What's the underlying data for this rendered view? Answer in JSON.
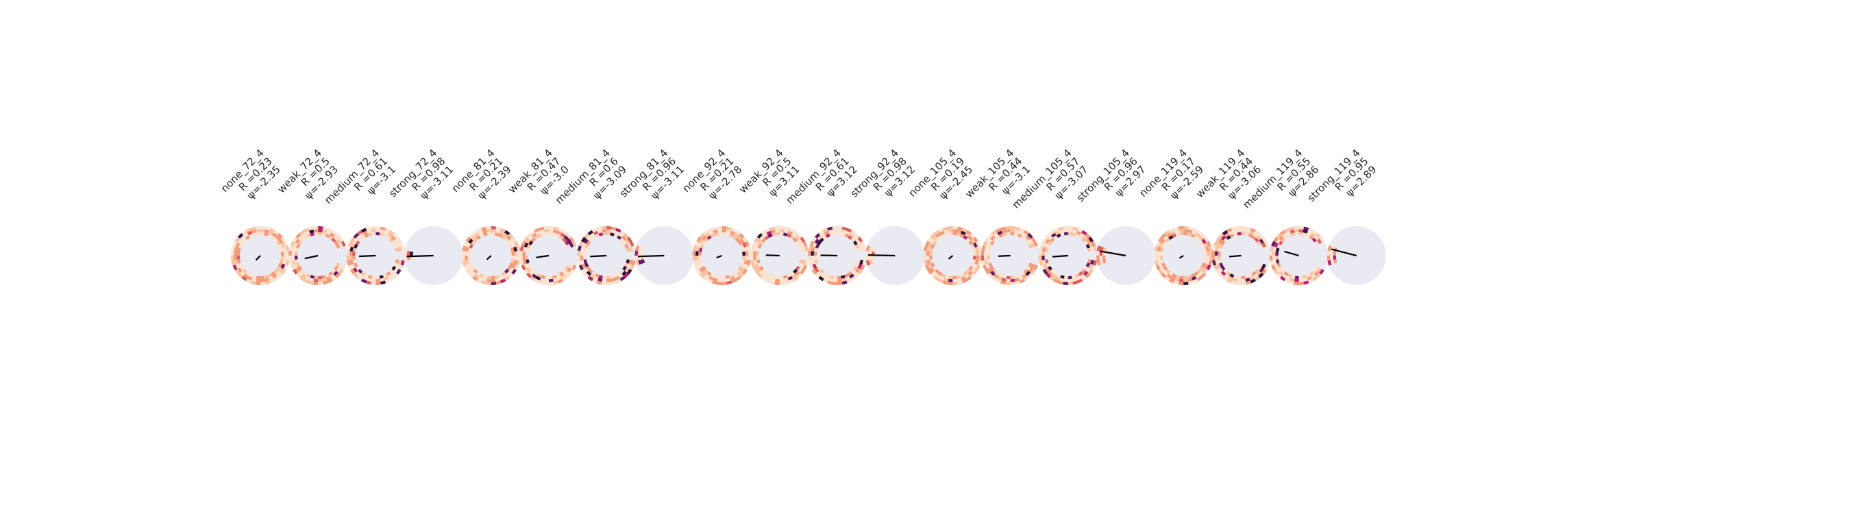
{
  "chart_data": {
    "type": "polar-panels",
    "description_source": "grid of polar plots, each with a radial heat ring and a mean-vector arrow",
    "colors": {
      "background": "#ffffff",
      "disk": "#eaeaf2",
      "arrow": "#000000",
      "ring_palette": [
        "#fbe3d2",
        "#f7c3a3",
        "#f29a7a",
        "#e05c5c",
        "#b3216c",
        "#5e1a64",
        "#2b1138"
      ]
    },
    "panels": [
      {
        "label": "none_72_4",
        "R_text": "R =0.23",
        "psi_text": "ψ=-2.35",
        "R": 0.23,
        "psi": -2.35,
        "coverage": 1.0,
        "intensity": 0.25,
        "seed": 11
      },
      {
        "label": "weak_72_4",
        "R_text": "R =0.5",
        "psi_text": "ψ=-2.93",
        "R": 0.5,
        "psi": -2.93,
        "coverage": 0.9,
        "intensity": 0.45,
        "seed": 12
      },
      {
        "label": "medium_72_4",
        "R_text": "R =0.61",
        "psi_text": "ψ=-3.1",
        "R": 0.61,
        "psi": -3.1,
        "coverage": 0.95,
        "intensity": 0.75,
        "seed": 13
      },
      {
        "label": "strong_72_4",
        "R_text": "R =0.98",
        "psi_text": "ψ=-3.11",
        "R": 0.98,
        "psi": -3.11,
        "coverage": 0.08,
        "intensity": 0.7,
        "seed": 14
      },
      {
        "label": "none_81_4",
        "R_text": "R =0.21",
        "psi_text": "ψ=-2.39",
        "R": 0.21,
        "psi": -2.39,
        "coverage": 1.0,
        "intensity": 0.25,
        "seed": 21
      },
      {
        "label": "weak_81_4",
        "R_text": "R =0.47",
        "psi_text": "ψ=-3.0",
        "R": 0.47,
        "psi": -3.0,
        "coverage": 0.9,
        "intensity": 0.5,
        "seed": 22
      },
      {
        "label": "medium_81_4",
        "R_text": "R =0.6",
        "psi_text": "ψ=-3.09",
        "R": 0.6,
        "psi": -3.09,
        "coverage": 0.95,
        "intensity": 0.7,
        "seed": 23
      },
      {
        "label": "strong_81_4",
        "R_text": "R =0.96",
        "psi_text": "ψ=-3.11",
        "R": 0.96,
        "psi": -3.11,
        "coverage": 0.1,
        "intensity": 0.75,
        "seed": 24
      },
      {
        "label": "none_92_4",
        "R_text": "R =0.21",
        "psi_text": "ψ=-2.78",
        "R": 0.21,
        "psi": -2.78,
        "coverage": 1.0,
        "intensity": 0.25,
        "seed": 31
      },
      {
        "label": "weak_92_4",
        "R_text": "R =0.5",
        "psi_text": "ψ=3.11",
        "R": 0.5,
        "psi": 3.11,
        "coverage": 0.95,
        "intensity": 0.45,
        "seed": 32
      },
      {
        "label": "medium_92_4",
        "R_text": "R =0.61",
        "psi_text": "ψ=3.12",
        "R": 0.61,
        "psi": 3.12,
        "coverage": 0.95,
        "intensity": 0.7,
        "seed": 33
      },
      {
        "label": "strong_92_4",
        "R_text": "R =0.98",
        "psi_text": "ψ=3.12",
        "R": 0.98,
        "psi": 3.12,
        "coverage": 0.1,
        "intensity": 0.5,
        "seed": 34
      },
      {
        "label": "none_105_4",
        "R_text": "R =0.19",
        "psi_text": "ψ=-2.45",
        "R": 0.19,
        "psi": -2.45,
        "coverage": 1.0,
        "intensity": 0.25,
        "seed": 41
      },
      {
        "label": "weak_105_4",
        "R_text": "R =0.44",
        "psi_text": "ψ=-3.1",
        "R": 0.44,
        "psi": -3.1,
        "coverage": 0.9,
        "intensity": 0.4,
        "seed": 42
      },
      {
        "label": "medium_105_4",
        "R_text": "R =0.57",
        "psi_text": "ψ=-3.07",
        "R": 0.57,
        "psi": -3.07,
        "coverage": 0.95,
        "intensity": 0.65,
        "seed": 43
      },
      {
        "label": "strong_105_4",
        "R_text": "R =0.96",
        "psi_text": "ψ=2.97",
        "R": 0.96,
        "psi": 2.97,
        "coverage": 0.12,
        "intensity": 0.7,
        "seed": 44
      },
      {
        "label": "none_119_4",
        "R_text": "R =0.17",
        "psi_text": "ψ=-2.59",
        "R": 0.17,
        "psi": -2.59,
        "coverage": 1.0,
        "intensity": 0.2,
        "seed": 51
      },
      {
        "label": "weak_119_4",
        "R_text": "R =0.44",
        "psi_text": "ψ=-3.06",
        "R": 0.44,
        "psi": -3.06,
        "coverage": 0.9,
        "intensity": 0.45,
        "seed": 52
      },
      {
        "label": "medium_119_4",
        "R_text": "R =0.55",
        "psi_text": "ψ=2.86",
        "R": 0.55,
        "psi": 2.86,
        "coverage": 0.85,
        "intensity": 0.45,
        "seed": 53
      },
      {
        "label": "strong_119_4",
        "R_text": "R =0.95",
        "psi_text": "ψ=2.89",
        "R": 0.95,
        "psi": 2.89,
        "coverage": 0.1,
        "intensity": 0.4,
        "seed": 54
      }
    ]
  }
}
